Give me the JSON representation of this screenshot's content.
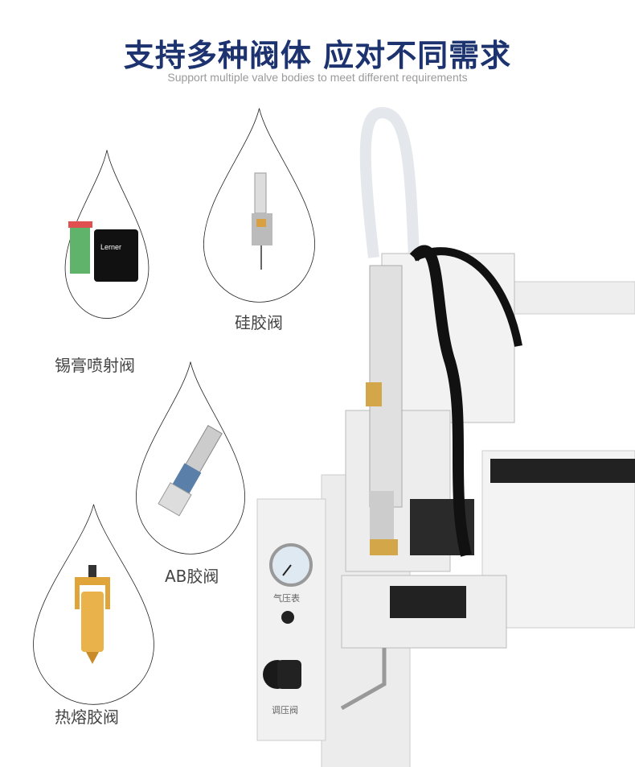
{
  "header": {
    "title": "支持多种阀体 应对不同需求",
    "subtitle": "Support multiple valve bodies to meet different requirements"
  },
  "valves": [
    {
      "label": "锡膏喷射阀",
      "icon": "solder-paste-jet-valve-image"
    },
    {
      "label": "硅胶阀",
      "icon": "silicone-valve-image"
    },
    {
      "label": "AB胶阀",
      "icon": "ab-glue-valve-image"
    },
    {
      "label": "热熔胶阀",
      "icon": "hot-melt-valve-image"
    }
  ],
  "machine": {
    "gauge_label": "气压表",
    "regulator_label": "调压阀",
    "brand": "Lerner"
  },
  "colors": {
    "title": "#1d3370",
    "drop_outline": "#222222",
    "gold": "#e0a53a"
  }
}
